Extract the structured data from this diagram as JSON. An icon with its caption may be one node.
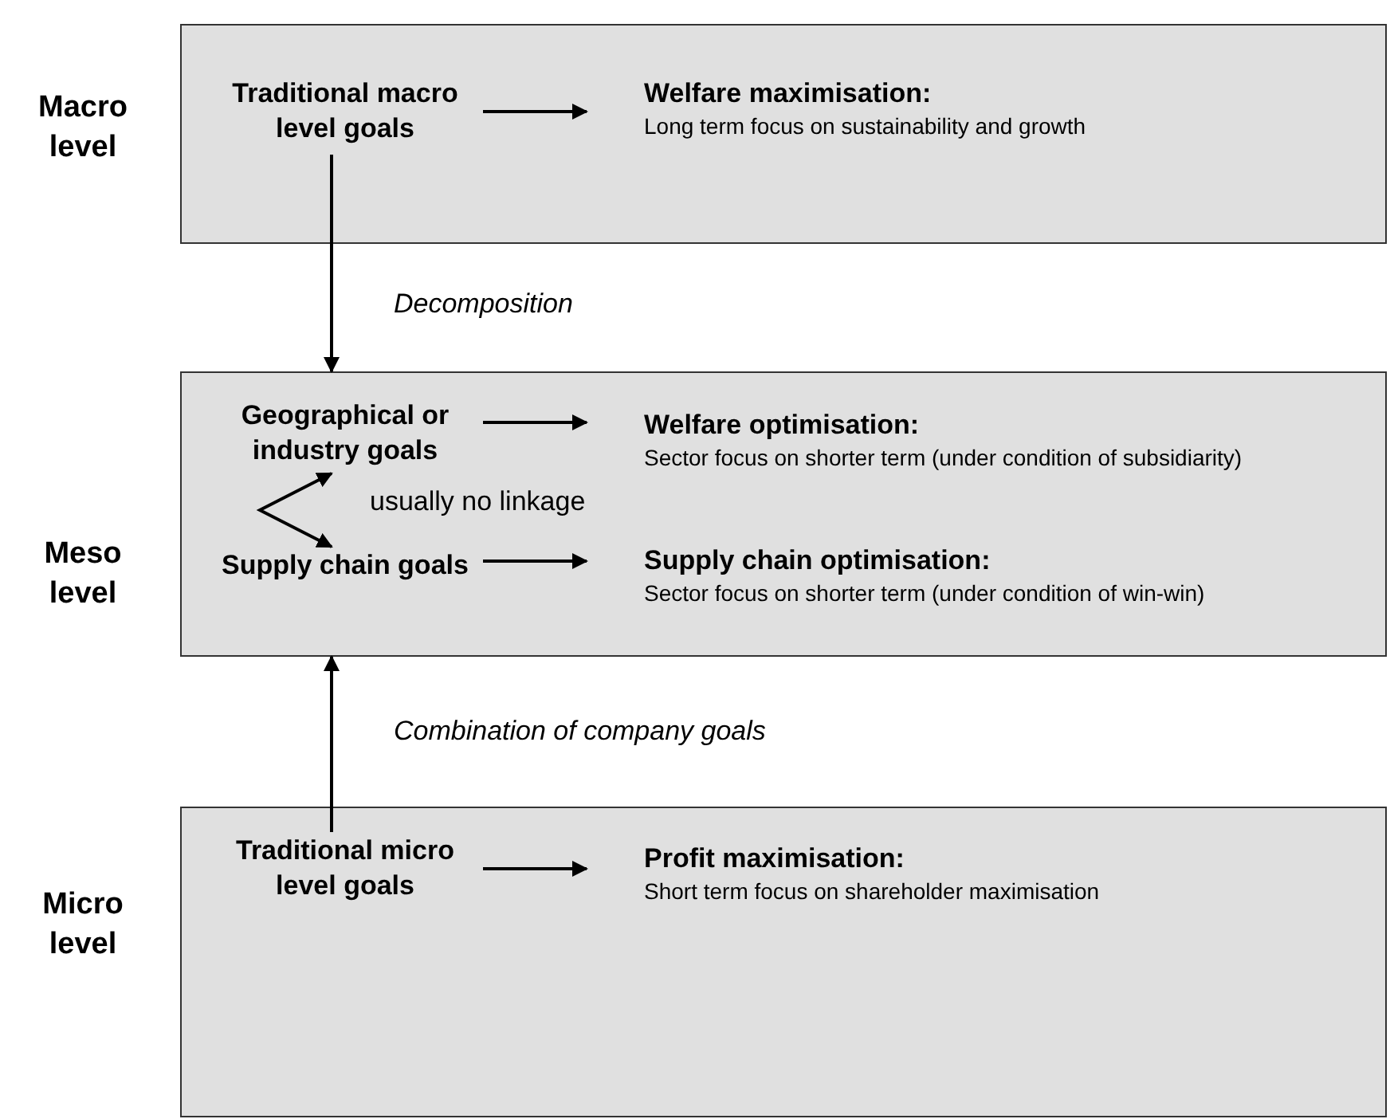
{
  "diagram": {
    "nodes": [
      {
        "text": [
          "Macro level"
        ]
      },
      {
        "text": [
          "Traditional macro level goals"
        ],
        "in": 0
      },
      {
        "text": [
          "Welfare maximisation:",
          "Long term focus on sustainability and growth"
        ],
        "in": 0
      },
      {
        "text": [
          "Meso level"
        ]
      },
      {
        "text": [
          "Geographical or industry goals"
        ],
        "in": 3
      },
      {
        "text": [
          "Welfare optimisation:",
          "Sector focus on shorter term (under condition of subsidiarity)"
        ],
        "in": 3
      },
      {
        "text": [
          "Supply chain goals"
        ],
        "in": 3
      },
      {
        "text": [
          "Supply chain optimisation:",
          "Sector focus on shorter term (under condition of win-win)"
        ],
        "in": 3
      },
      {
        "text": [
          "Micro level"
        ]
      },
      {
        "text": [
          "Traditional micro level goals"
        ],
        "in": 8
      },
      {
        "text": [
          "Profit maximisation:",
          "Short term focus on shareholder maximisation"
        ],
        "in": 8
      }
    ],
    "edges": [
      {
        "from": 1,
        "to": 2,
        "arrow": "to"
      },
      {
        "from": 1,
        "to": 3,
        "arrow": "to",
        "label": "Decomposition"
      },
      {
        "from": 4,
        "to": 5,
        "arrow": "to"
      },
      {
        "from": 6,
        "to": 4,
        "arrow": "both",
        "label": "usually no linkage"
      },
      {
        "from": 6,
        "to": 7,
        "arrow": "to"
      },
      {
        "from": 9,
        "to": 3,
        "arrow": "to",
        "label": "Combination of company goals"
      },
      {
        "from": 9,
        "to": 10,
        "arrow": "to"
      }
    ]
  }
}
